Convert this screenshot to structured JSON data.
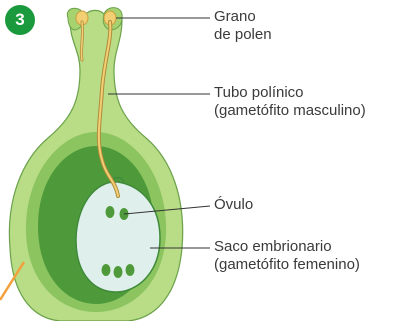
{
  "step_number": "3",
  "labels": {
    "pollen_grain": [
      "Grano",
      "de polen"
    ],
    "pollen_tube": [
      "Tubo polínico",
      "(gametófito masculino)"
    ],
    "ovule": [
      "Óvulo"
    ],
    "embryo_sac": [
      "Saco embrionario",
      "(gametófito femenino)"
    ]
  },
  "colors": {
    "badge": "#1a9a3c",
    "pistil_light": "#b9dc86",
    "pistil_mid": "#8cc460",
    "pistil_dark": "#4e9a3a",
    "embryo_sac": "#dff0ec",
    "pollen": "#f2cf73",
    "orange_pointer": "#f2a03c"
  }
}
